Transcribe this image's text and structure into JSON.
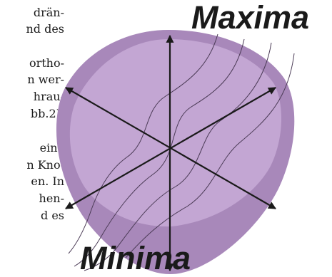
{
  "text_fragments": [
    "drän-",
    "nd des",
    "ortho-",
    "n wer-",
    "hrau-",
    "bb.2).",
    "eine",
    "n Kno-",
    "en. In",
    "hen-",
    "d es"
  ],
  "diagram": {
    "label_maxima": "Maxima",
    "label_minima": "Minima",
    "fill_outer": "#a888ba",
    "fill_inner": "#c3a6d3",
    "arrow_color": "#1a1a1a"
  }
}
